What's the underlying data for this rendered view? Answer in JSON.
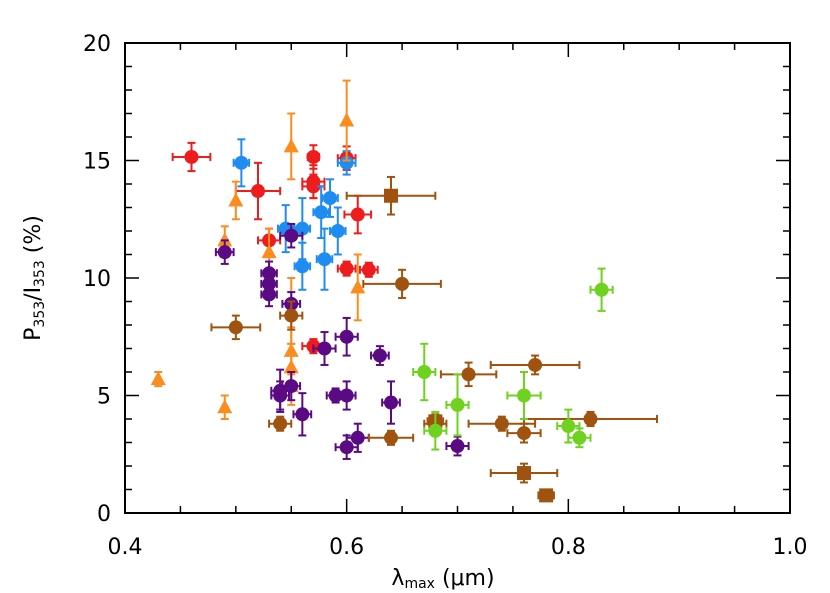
{
  "chart_data": {
    "type": "scatter",
    "xlabel": {
      "main": "λ",
      "sub": "max",
      "rest": " (μm)"
    },
    "ylabel": {
      "p": "P",
      "p_sub": "353",
      "slash": "/I",
      "i_sub": "353",
      "rest": " (%)"
    },
    "xlim": [
      0.4,
      1.0
    ],
    "ylim": [
      0,
      20
    ],
    "x_ticks": [
      0.4,
      0.6,
      0.8,
      1.0
    ],
    "x_tick_labels": [
      "0.4",
      "0.6",
      "0.8",
      "1.0"
    ],
    "y_ticks": [
      0,
      5,
      10,
      15,
      20
    ],
    "y_tick_labels": [
      "0",
      "5",
      "10",
      "15",
      "20"
    ],
    "grid": false,
    "series": [
      {
        "color": "#ee1c1c",
        "marker": "circle",
        "points": [
          {
            "x": 0.46,
            "y": 15.15,
            "xerr": 0.017,
            "yerr": 0.6
          },
          {
            "x": 0.52,
            "y": 13.7,
            "xerr": 0.02,
            "yerr": 1.2
          },
          {
            "x": 0.53,
            "y": 11.6,
            "xerr": 0.01,
            "yerr": 0.5
          },
          {
            "x": 0.57,
            "y": 15.15,
            "xerr": 0.005,
            "yerr": 0.5
          },
          {
            "x": 0.57,
            "y": 14.1,
            "xerr": 0.01,
            "yerr": 0.7
          },
          {
            "x": 0.57,
            "y": 13.9,
            "xerr": 0.01,
            "yerr": 0.5
          },
          {
            "x": 0.6,
            "y": 15.1,
            "xerr": 0.008,
            "yerr": 0.5
          },
          {
            "x": 0.61,
            "y": 12.7,
            "xerr": 0.012,
            "yerr": 0.8
          },
          {
            "x": 0.6,
            "y": 10.4,
            "xerr": 0.008,
            "yerr": 0.3
          },
          {
            "x": 0.62,
            "y": 10.35,
            "xerr": 0.008,
            "yerr": 0.3
          },
          {
            "x": 0.57,
            "y": 7.1,
            "xerr": 0.01,
            "yerr": 0.3
          }
        ]
      },
      {
        "color": "#1e8cf0",
        "marker": "circle",
        "points": [
          {
            "x": 0.505,
            "y": 14.9,
            "xerr": 0.007,
            "yerr": 1.0
          },
          {
            "x": 0.6,
            "y": 14.9,
            "xerr": 0.008,
            "yerr": 0.5
          },
          {
            "x": 0.545,
            "y": 12.1,
            "xerr": 0.007,
            "yerr": 1.0
          },
          {
            "x": 0.56,
            "y": 12.1,
            "xerr": 0.007,
            "yerr": 1.3
          },
          {
            "x": 0.585,
            "y": 13.4,
            "xerr": 0.007,
            "yerr": 0.8
          },
          {
            "x": 0.577,
            "y": 12.8,
            "xerr": 0.007,
            "yerr": 1.1
          },
          {
            "x": 0.592,
            "y": 12.0,
            "xerr": 0.007,
            "yerr": 1.0
          },
          {
            "x": 0.58,
            "y": 10.8,
            "xerr": 0.007,
            "yerr": 1.3
          },
          {
            "x": 0.56,
            "y": 10.5,
            "xerr": 0.007,
            "yerr": 1.0
          }
        ]
      },
      {
        "color": "#fb8c1e",
        "marker": "triangle",
        "points": [
          {
            "x": 0.43,
            "y": 5.7,
            "xerr": 0,
            "yerr": 0.3
          },
          {
            "x": 0.49,
            "y": 4.5,
            "xerr": 0,
            "yerr": 0.5
          },
          {
            "x": 0.49,
            "y": 11.6,
            "xerr": 0,
            "yerr": 0.6
          },
          {
            "x": 0.5,
            "y": 13.3,
            "xerr": 0,
            "yerr": 0.8
          },
          {
            "x": 0.53,
            "y": 11.1,
            "xerr": 0,
            "yerr": 1.0
          },
          {
            "x": 0.55,
            "y": 15.6,
            "xerr": 0,
            "yerr": 1.4
          },
          {
            "x": 0.55,
            "y": 8.6,
            "xerr": 0,
            "yerr": 1.4
          },
          {
            "x": 0.55,
            "y": 6.9,
            "xerr": 0,
            "yerr": 1.0
          },
          {
            "x": 0.55,
            "y": 6.2,
            "xerr": 0,
            "yerr": 1.0
          },
          {
            "x": 0.55,
            "y": 5.4,
            "xerr": 0,
            "yerr": 0.8
          },
          {
            "x": 0.6,
            "y": 16.7,
            "xerr": 0,
            "yerr": 1.7
          },
          {
            "x": 0.61,
            "y": 9.6,
            "xerr": 0,
            "yerr": 1.4
          }
        ]
      },
      {
        "color": "#5a0a82",
        "marker": "circle",
        "points": [
          {
            "x": 0.49,
            "y": 11.1,
            "xerr": 0.008,
            "yerr": 0.5
          },
          {
            "x": 0.53,
            "y": 10.2,
            "xerr": 0.007,
            "yerr": 0.5
          },
          {
            "x": 0.53,
            "y": 9.75,
            "xerr": 0.007,
            "yerr": 0.4
          },
          {
            "x": 0.53,
            "y": 9.3,
            "xerr": 0.007,
            "yerr": 0.5
          },
          {
            "x": 0.55,
            "y": 11.8,
            "xerr": 0.01,
            "yerr": 0.5
          },
          {
            "x": 0.55,
            "y": 8.9,
            "xerr": 0.008,
            "yerr": 0.5
          },
          {
            "x": 0.54,
            "y": 5.2,
            "xerr": 0.008,
            "yerr": 0.9
          },
          {
            "x": 0.54,
            "y": 5.0,
            "xerr": 0.008,
            "yerr": 0.6
          },
          {
            "x": 0.55,
            "y": 5.4,
            "xerr": 0.008,
            "yerr": 0.6
          },
          {
            "x": 0.56,
            "y": 4.2,
            "xerr": 0.008,
            "yerr": 0.9
          },
          {
            "x": 0.58,
            "y": 7.0,
            "xerr": 0.01,
            "yerr": 0.7
          },
          {
            "x": 0.6,
            "y": 7.5,
            "xerr": 0.01,
            "yerr": 0.8
          },
          {
            "x": 0.59,
            "y": 5.0,
            "xerr": 0.008,
            "yerr": 0.3
          },
          {
            "x": 0.6,
            "y": 5.0,
            "xerr": 0.008,
            "yerr": 0.6
          },
          {
            "x": 0.63,
            "y": 6.7,
            "xerr": 0.008,
            "yerr": 0.4
          },
          {
            "x": 0.64,
            "y": 4.7,
            "xerr": 0.008,
            "yerr": 0.9
          },
          {
            "x": 0.61,
            "y": 3.2,
            "xerr": 0.01,
            "yerr": 0.6
          },
          {
            "x": 0.6,
            "y": 2.8,
            "xerr": 0.01,
            "yerr": 0.5
          },
          {
            "x": 0.7,
            "y": 2.85,
            "xerr": 0.01,
            "yerr": 0.4
          }
        ]
      },
      {
        "color": "#a0520f",
        "marker": "circle",
        "points": [
          {
            "x": 0.5,
            "y": 7.9,
            "xerr": 0.022,
            "yerr": 0.5
          },
          {
            "x": 0.54,
            "y": 3.8,
            "xerr": 0.01,
            "yerr": 0.3
          },
          {
            "x": 0.55,
            "y": 8.4,
            "xerr": 0.01,
            "yerr": 0.6
          },
          {
            "x": 0.65,
            "y": 9.75,
            "xerr": 0.035,
            "yerr": 0.6
          },
          {
            "x": 0.71,
            "y": 5.9,
            "xerr": 0.025,
            "yerr": 0.5
          },
          {
            "x": 0.77,
            "y": 6.3,
            "xerr": 0.04,
            "yerr": 0.4
          },
          {
            "x": 0.64,
            "y": 3.2,
            "xerr": 0.02,
            "yerr": 0.3
          },
          {
            "x": 0.68,
            "y": 3.8,
            "xerr": 0.01,
            "yerr": 0.3
          },
          {
            "x": 0.74,
            "y": 3.8,
            "xerr": 0.03,
            "yerr": 0.3
          },
          {
            "x": 0.76,
            "y": 3.4,
            "xerr": 0.015,
            "yerr": 0.4
          },
          {
            "x": 0.82,
            "y": 4.0,
            "xerr": 0.06,
            "yerr": 0.3
          }
        ]
      },
      {
        "color": "#a0520f",
        "marker": "square",
        "points": [
          {
            "x": 0.64,
            "y": 13.5,
            "xerr": 0.04,
            "yerr": 0.8
          },
          {
            "x": 0.68,
            "y": 3.9,
            "xerr": 0.007,
            "yerr": 0.3
          },
          {
            "x": 0.76,
            "y": 1.7,
            "xerr": 0.03,
            "yerr": 0.4
          },
          {
            "x": 0.78,
            "y": 0.75,
            "xerr": 0.007,
            "yerr": 0.2
          }
        ]
      },
      {
        "color": "#6ed21e",
        "marker": "circle",
        "points": [
          {
            "x": 0.67,
            "y": 6.0,
            "xerr": 0.01,
            "yerr": 1.2
          },
          {
            "x": 0.68,
            "y": 3.5,
            "xerr": 0.01,
            "yerr": 0.8
          },
          {
            "x": 0.7,
            "y": 4.6,
            "xerr": 0.01,
            "yerr": 1.3
          },
          {
            "x": 0.76,
            "y": 5.0,
            "xerr": 0.015,
            "yerr": 1.0
          },
          {
            "x": 0.8,
            "y": 3.7,
            "xerr": 0.01,
            "yerr": 0.7
          },
          {
            "x": 0.81,
            "y": 3.2,
            "xerr": 0.01,
            "yerr": 0.4
          },
          {
            "x": 0.83,
            "y": 9.5,
            "xerr": 0.01,
            "yerr": 0.9
          }
        ]
      }
    ]
  }
}
